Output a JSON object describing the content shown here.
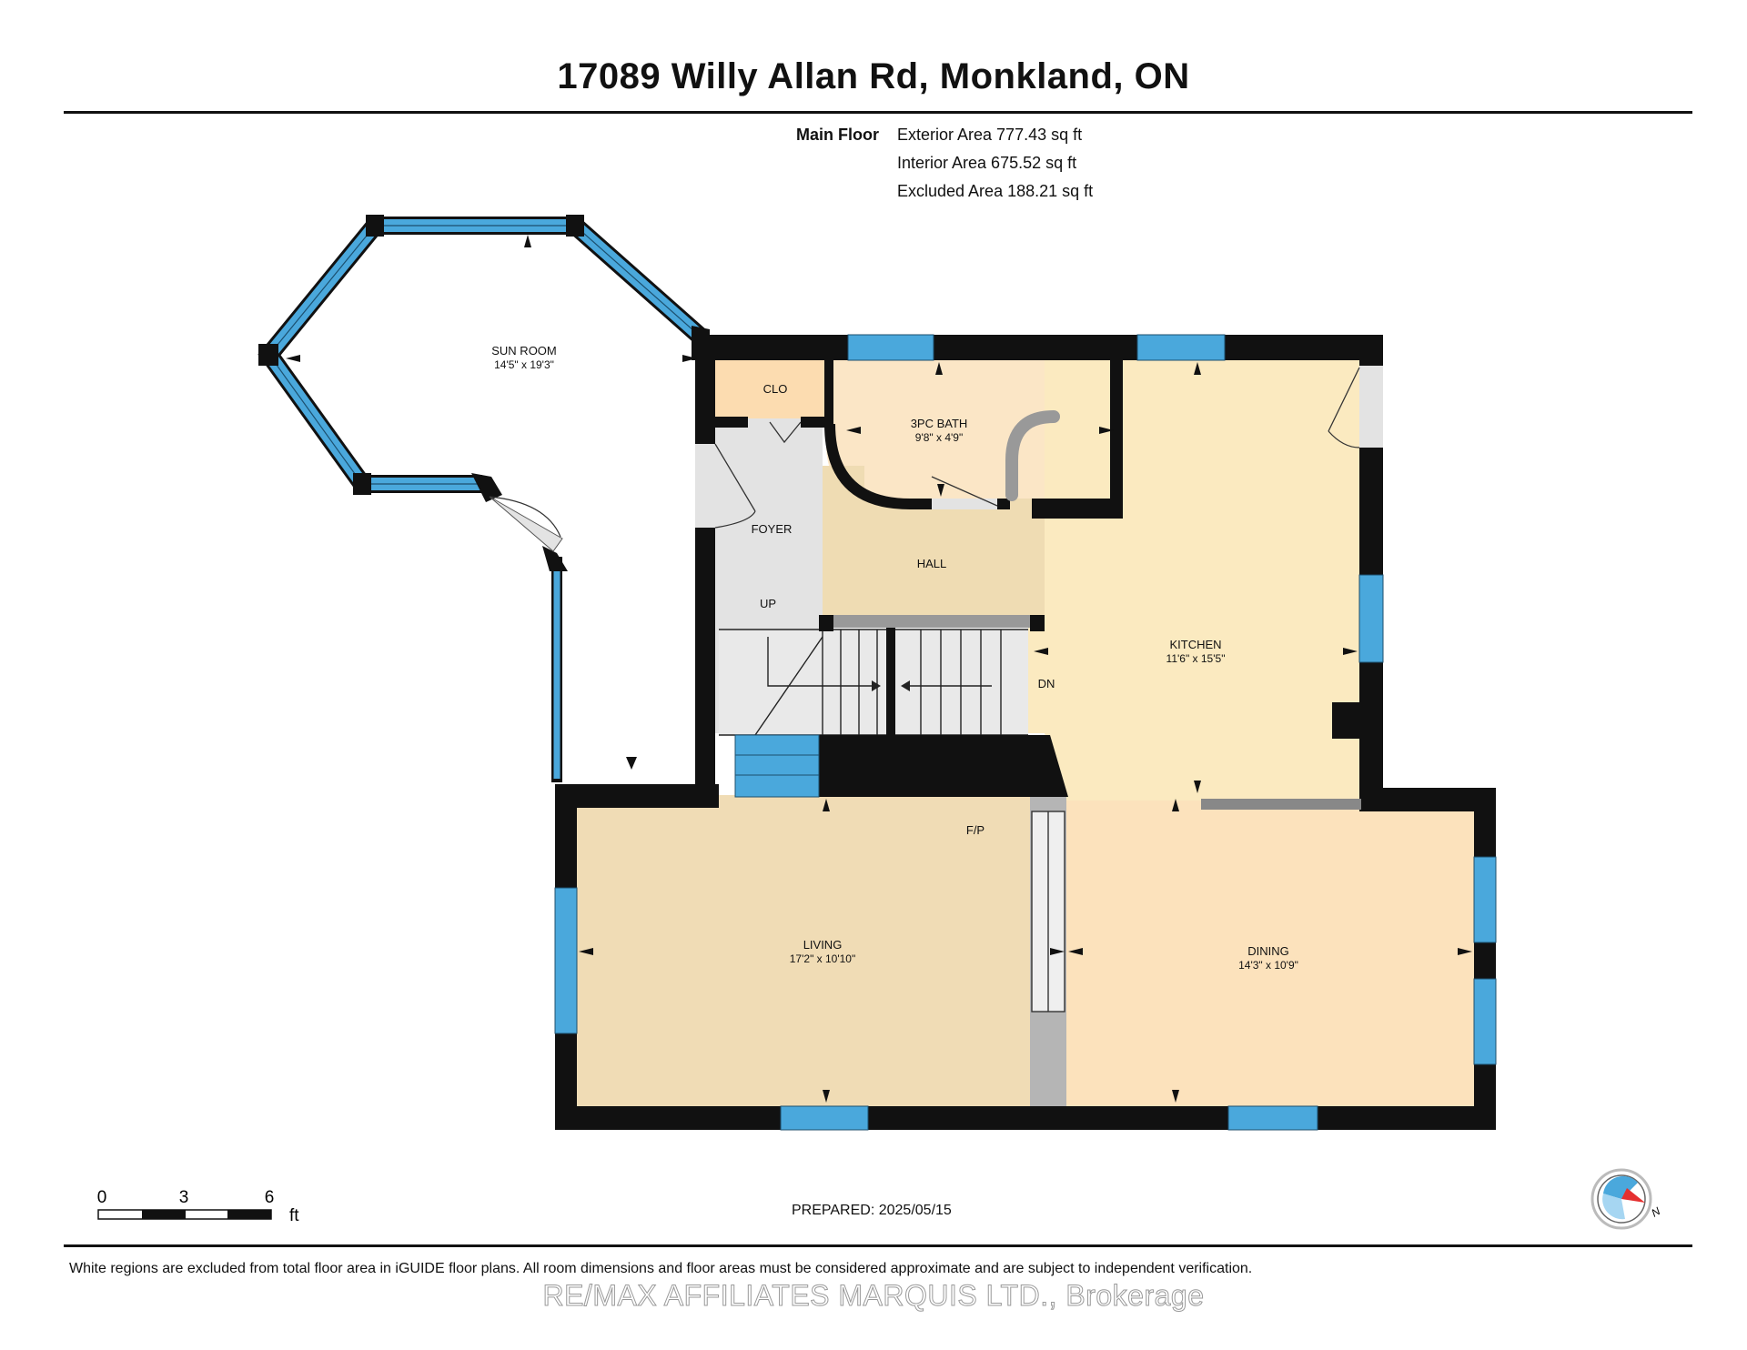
{
  "title": "17089 Willy Allan Rd, Monkland, ON",
  "area_summary": {
    "floor_label": "Main Floor",
    "exterior": "Exterior Area 777.43 sq ft",
    "interior": "Interior Area 675.52 sq ft",
    "excluded": "Excluded Area 188.21 sq ft"
  },
  "rooms": {
    "sunroom": {
      "name": "SUN ROOM",
      "dims": "14'5\" x 19'3\""
    },
    "clo": {
      "name": "CLO"
    },
    "bath": {
      "name": "3PC BATH",
      "dims": "9'8\" x 4'9\""
    },
    "foyer": {
      "name": "FOYER"
    },
    "hall": {
      "name": "HALL"
    },
    "kitchen": {
      "name": "KITCHEN",
      "dims": "11'6\" x 15'5\""
    },
    "living": {
      "name": "LIVING",
      "dims": "17'2\" x 10'10\""
    },
    "dining": {
      "name": "DINING",
      "dims": "14'3\" x 10'9\""
    }
  },
  "labels": {
    "up": "UP",
    "dn": "DN",
    "fp": "F/P"
  },
  "scale": {
    "ticks": [
      "0",
      "3",
      "6"
    ],
    "unit": "ft"
  },
  "compass": {
    "label": "N"
  },
  "prepared": "PREPARED: 2025/05/15",
  "disclaimer": "White regions are excluded from total floor area in iGUIDE floor plans. All room dimensions and floor areas must be considered approximate and are subject to independent verification.",
  "broker": "RE/MAX AFFILIATES MARQUIS LTD., Brokerage",
  "colors": {
    "wall": "#111111",
    "window": "#4aa8dc",
    "foyer": "#e3e3e3",
    "hall": "#efdcb3",
    "kitchen": "#fbeac0",
    "bath": "#fbe6c6",
    "clo": "#fcdcb0",
    "living": "#f0dcb5",
    "dining": "#fce2bc",
    "stairs": "#e9e9e9"
  }
}
